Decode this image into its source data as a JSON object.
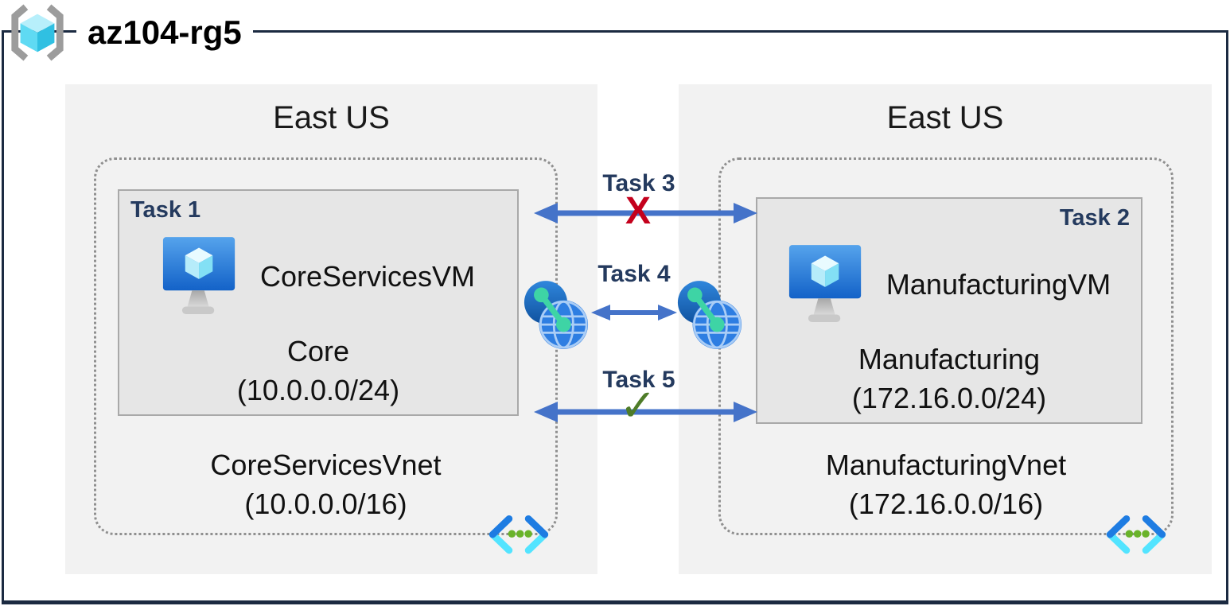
{
  "header": {
    "title": "az104-rg5"
  },
  "regions": {
    "left": {
      "name": "East US",
      "task": "Task 1",
      "vm_name": "CoreServicesVM",
      "subnet_name": "Core",
      "subnet_cidr": "(10.0.0.0/24)",
      "vnet_name": "CoreServicesVnet",
      "vnet_cidr": "(10.0.0.0/16)"
    },
    "right": {
      "name": "East US",
      "task": "Task 2",
      "vm_name": "ManufacturingVM",
      "subnet_name": "Manufacturing",
      "subnet_cidr": "(172.16.0.0/24)",
      "vnet_name": "ManufacturingVnet",
      "vnet_cidr": "(172.16.0.0/16)"
    }
  },
  "connections": {
    "task3": {
      "label": "Task 3",
      "glyph": "X"
    },
    "task4": {
      "label": "Task 4"
    },
    "task5": {
      "label": "Task 5",
      "glyph": "✓"
    }
  },
  "icons": {
    "header": "resource-group-icon",
    "vm": "virtual-machine-icon",
    "vnet": "virtual-network-icon",
    "peering": "vnet-peering-globe-icon"
  },
  "colors": {
    "frame": "#1b2a41",
    "region_bg": "#f2f2f2",
    "subnet_bg": "#e6e6e6",
    "arrow": "#4573c9",
    "task_text": "#243a5e",
    "blocked_x": "#c4001c",
    "allowed_check": "#4e7c28"
  }
}
